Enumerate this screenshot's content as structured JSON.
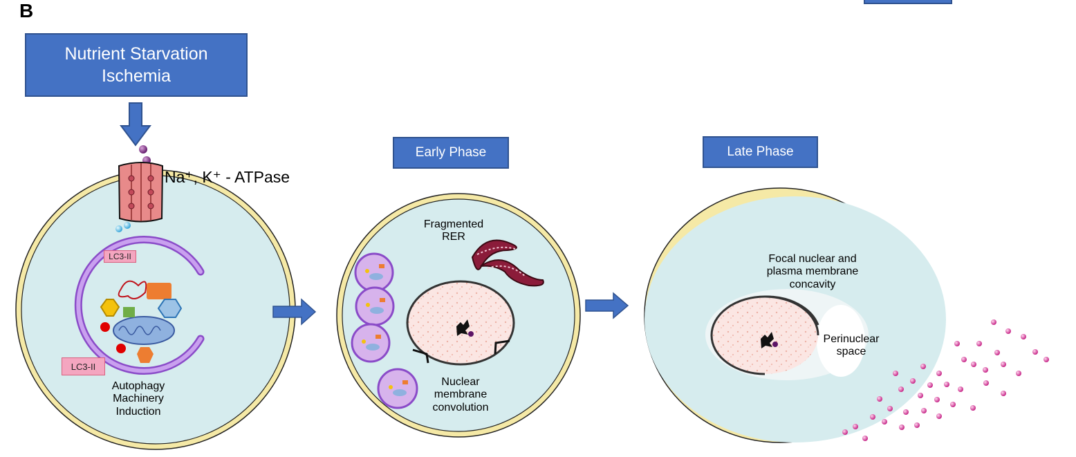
{
  "panel_label": "B",
  "stimulus": {
    "line1": "Nutrient Starvation",
    "line2": "Ischemia"
  },
  "pump_label": "Na⁺, K⁺ - ATPase",
  "cell1": {
    "tag_top": "LC3-II",
    "tag_bottom": "LC3-II",
    "caption": [
      "Autophagy",
      "Machinery",
      "Induction"
    ]
  },
  "cell2": {
    "phase": "Early Phase",
    "rer_label": [
      "Fragmented",
      "RER"
    ],
    "nucleus_label": [
      "Nuclear",
      "membrane",
      "convolution"
    ]
  },
  "cell3": {
    "phase": "Late Phase",
    "concavity_label": [
      "Focal nuclear and",
      "plasma membrane",
      "concavity"
    ],
    "space_label": [
      "Perinuclear",
      "space"
    ]
  },
  "colors": {
    "header_fill": "#4472c4",
    "cell_fill": "#d6ecee",
    "cell_border": "#f5e9a6",
    "pump": "#e88a8a",
    "vesicle": "#d7b3ec",
    "nucleus_dots": "#e89a8a",
    "lc3_tag": "#f4a6c0"
  }
}
